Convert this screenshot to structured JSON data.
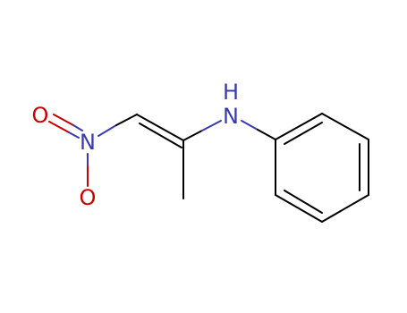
{
  "molecule": {
    "atoms": {
      "nitro_o_top": "O",
      "nitro_n": "N",
      "nitro_o_bottom": "O",
      "amine_h": "H",
      "amine_n": "N"
    },
    "colors": {
      "carbon_bond": "#000000",
      "nitrogen": "#3a3ab0",
      "oxygen": "#cc0000"
    }
  }
}
